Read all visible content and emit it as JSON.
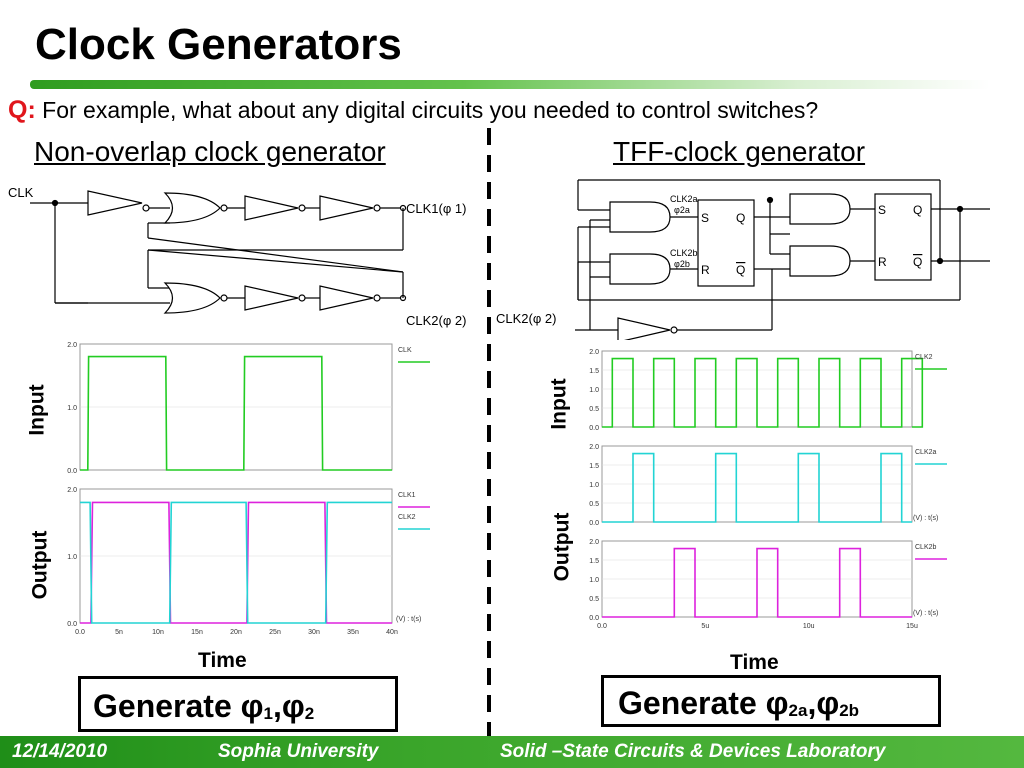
{
  "title": "Clock Generators",
  "question": {
    "label": "Q:",
    "text": "For example, what about any digital circuits you needed to control switches?"
  },
  "left": {
    "heading": "Non-overlap clock generator",
    "circuit_labels": {
      "clk_in": "CLK",
      "out1": "CLK1(φ 1)",
      "out2": "CLK2(φ 2)"
    },
    "input_label": "Input",
    "output_label": "Output",
    "time_label": "Time",
    "generate_prefix": "Generate φ",
    "generate_sub1": "1",
    "generate_sep": ",φ",
    "generate_sub2": "2"
  },
  "right": {
    "heading": "TFF-clock generator",
    "circuit_labels": {
      "clk2a": "CLK2a",
      "phi2a": "φ2a",
      "clk2b": "CLK2b",
      "phi2b": "φ2b",
      "s1": "S",
      "q1": "Q",
      "r1": "R",
      "qb1": "Q",
      "s2": "S",
      "q2": "Q",
      "r2": "R",
      "qb2": "Q",
      "clk2_in": "CLK2(φ 2)"
    },
    "input_label": "Input",
    "output_label": "Output",
    "time_label": "Time",
    "generate_prefix": "Generate φ",
    "generate_sub1": "2a",
    "generate_sep": ",φ",
    "generate_sub2": "2b"
  },
  "footer": {
    "date": "12/14/2010",
    "university": "Sophia University",
    "lab": "Solid –State Circuits & Devices Laboratory"
  },
  "chart_data": [
    {
      "type": "line",
      "title": "",
      "xlim": [
        0,
        40
      ],
      "ylim": [
        0,
        2.0
      ],
      "yticks": [
        "2.0",
        "1.0",
        "0.0"
      ],
      "xticks": [],
      "legend_header": "",
      "series": [
        {
          "name": "CLK",
          "color": "#22cc22",
          "points": [
            [
              0,
              0
            ],
            [
              1,
              0
            ],
            [
              1.1,
              1.8
            ],
            [
              11,
              1.8
            ],
            [
              11.1,
              0
            ],
            [
              21,
              0
            ],
            [
              21.1,
              1.8
            ],
            [
              31,
              1.8
            ],
            [
              31.1,
              0
            ],
            [
              40,
              0
            ]
          ]
        }
      ]
    },
    {
      "type": "line",
      "title": "",
      "xlim": [
        0,
        40
      ],
      "ylim": [
        0,
        2.0
      ],
      "yticks": [
        "2.0",
        "1.0",
        "0.0"
      ],
      "xticks": [
        "0.0",
        "5n",
        "10n",
        "15n",
        "20n",
        "25n",
        "30n",
        "35n",
        "40n"
      ],
      "legend_header": "(V) : t(s)",
      "series": [
        {
          "name": "CLK1",
          "color": "#dd22dd",
          "points": [
            [
              0,
              0
            ],
            [
              1.4,
              0
            ],
            [
              1.6,
              1.8
            ],
            [
              11.4,
              1.8
            ],
            [
              11.6,
              0
            ],
            [
              21.4,
              0
            ],
            [
              21.6,
              1.8
            ],
            [
              31.4,
              1.8
            ],
            [
              31.6,
              0
            ],
            [
              40,
              0
            ]
          ]
        },
        {
          "name": "CLK2",
          "color": "#22d4d4",
          "points": [
            [
              0,
              1.8
            ],
            [
              1.3,
              1.8
            ],
            [
              1.5,
              0
            ],
            [
              11.5,
              0
            ],
            [
              11.7,
              1.8
            ],
            [
              21.3,
              1.8
            ],
            [
              21.5,
              0
            ],
            [
              31.5,
              0
            ],
            [
              31.7,
              1.8
            ],
            [
              40,
              1.8
            ]
          ]
        }
      ]
    },
    {
      "type": "line",
      "title": "",
      "xlim": [
        0,
        15
      ],
      "ylim": [
        0,
        2.0
      ],
      "yticks": [
        "2.0",
        "1.5",
        "1.0",
        "0.5",
        "0.0"
      ],
      "xticks": [],
      "legend_header": "",
      "series": [
        {
          "name": "CLK2",
          "color": "#22cc22",
          "square": {
            "period": 2,
            "high_start": 0.5,
            "high_width": 1,
            "start": 0.5,
            "level": 1.8
          }
        }
      ]
    },
    {
      "type": "line",
      "title": "",
      "xlim": [
        0,
        15
      ],
      "ylim": [
        0,
        2.0
      ],
      "yticks": [
        "2.0",
        "1.5",
        "1.0",
        "0.5",
        "0.0"
      ],
      "xticks": [],
      "legend_header": "(V) : t(s)",
      "series": [
        {
          "name": "CLK2a",
          "color": "#22d4d4",
          "square": {
            "period": 4,
            "high_start": 1.5,
            "high_width": 1,
            "start": 0,
            "level": 1.8
          }
        }
      ]
    },
    {
      "type": "line",
      "title": "",
      "xlim": [
        0,
        15
      ],
      "ylim": [
        0,
        2.0
      ],
      "yticks": [
        "2.0",
        "1.5",
        "1.0",
        "0.5",
        "0.0"
      ],
      "xticks": [
        "0.0",
        "5u",
        "10u",
        "15u"
      ],
      "legend_header": "(V) : t(s)",
      "series": [
        {
          "name": "CLK2b",
          "color": "#dd22dd",
          "square": {
            "period": 4,
            "high_start": 3.5,
            "high_width": 1,
            "start": 0,
            "level": 1.8
          }
        }
      ]
    }
  ]
}
